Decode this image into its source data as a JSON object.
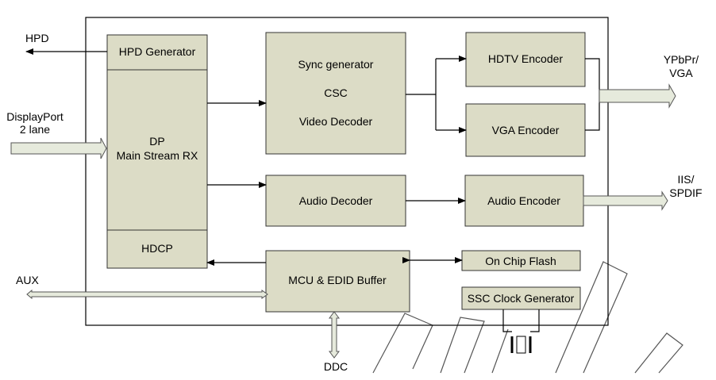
{
  "blocks": {
    "hpd_generator": "HPD Generator",
    "dp_rx": [
      "DP",
      "Main Stream RX"
    ],
    "hdcp": "HDCP",
    "video_proc": [
      "Sync generator",
      "CSC",
      "Video Decoder"
    ],
    "hdtv_encoder": "HDTV Encoder",
    "vga_encoder": "VGA Encoder",
    "audio_decoder": "Audio Decoder",
    "audio_encoder": "Audio Encoder",
    "mcu_edid": "MCU & EDID Buffer",
    "on_chip_flash": "On Chip Flash",
    "ssc_clock": "SSC Clock Generator"
  },
  "signals": {
    "hpd": "HPD",
    "displayport": [
      "DisplayPort",
      "2 lane"
    ],
    "aux": "AUX",
    "ddc": "DDC",
    "ypbpr": [
      "YPbPr/",
      "VGA"
    ],
    "iis": [
      "IIS/",
      "SPDIF"
    ]
  }
}
